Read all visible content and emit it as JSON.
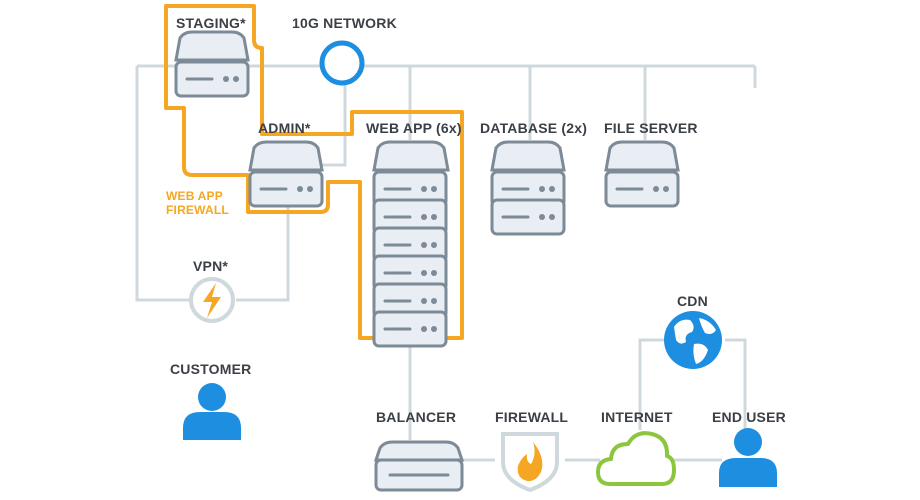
{
  "labels": {
    "staging": "STAGING*",
    "network": "10G NETWORK",
    "admin": "ADMIN*",
    "webapp": "WEB APP (6x)",
    "database": "DATABASE (2x)",
    "fileserver": "FILE SERVER",
    "waf_line1": "WEB APP",
    "waf_line2": "FIREWALL",
    "vpn": "VPN*",
    "customer": "CUSTOMER",
    "cdn": "CDN",
    "balancer": "BALANCER",
    "firewall": "FIREWALL",
    "internet": "INTERNET",
    "enduser": "END USER"
  },
  "colors": {
    "connector": "#cfd8dc",
    "highlight": "#f5a623",
    "server_outline": "#7d8a97",
    "server_fill": "#e8eef3",
    "accent_blue": "#1e8fe0",
    "cloud_green": "#8cc63f",
    "text": "#3b3f46"
  },
  "icons": {
    "network": "network-hub-icon",
    "vpn": "lightning-icon",
    "customer": "user-icon",
    "cdn": "globe-icon",
    "firewall": "flame-shield-icon",
    "internet": "cloud-icon",
    "enduser": "user-icon"
  }
}
